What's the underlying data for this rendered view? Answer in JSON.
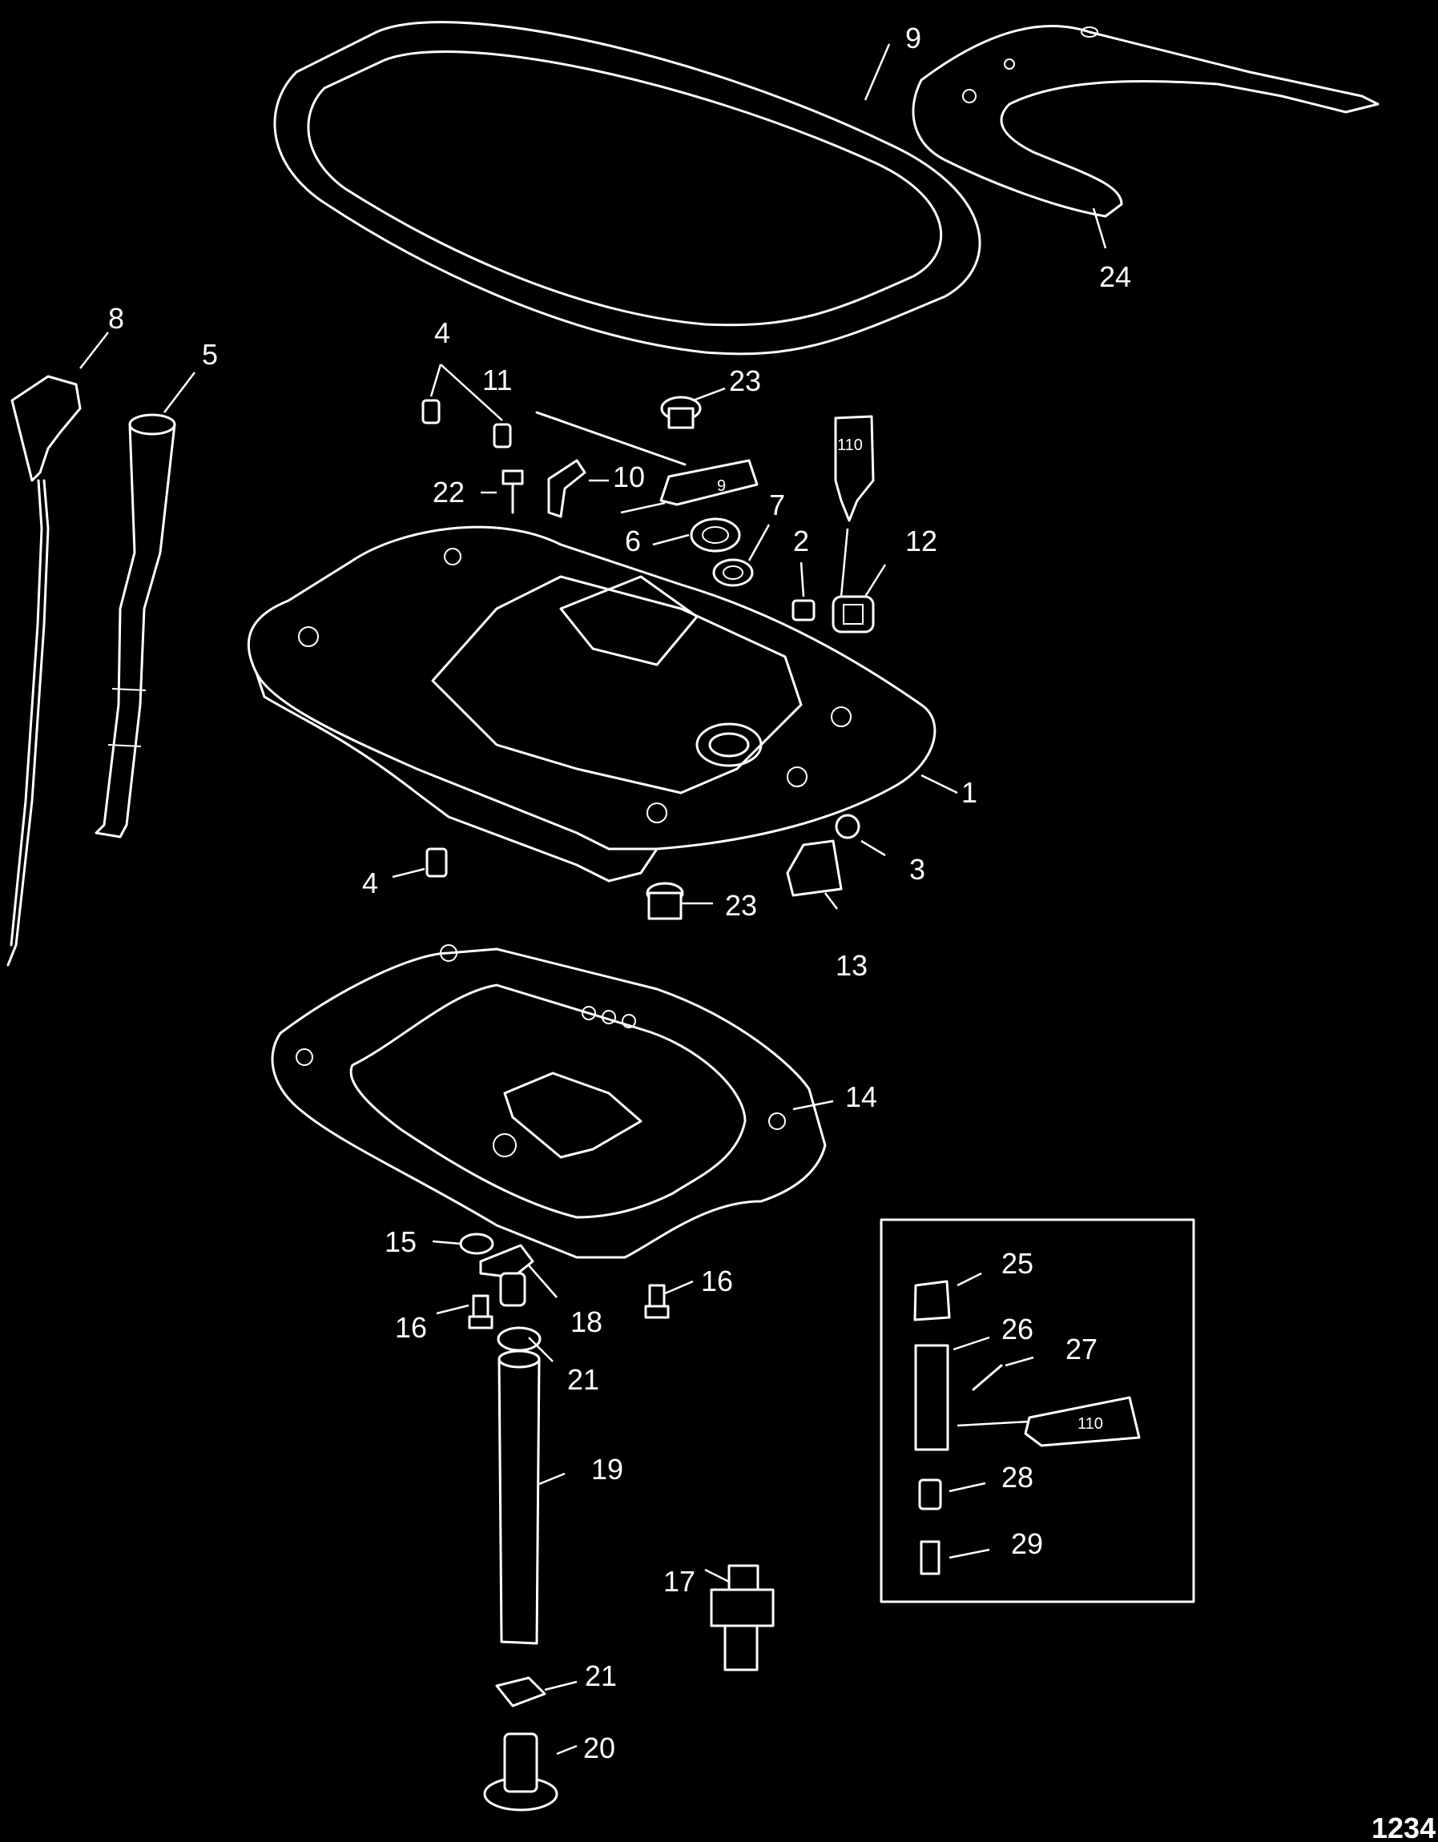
{
  "figure_id": "1234",
  "callouts": {
    "c1": "1",
    "c2": "2",
    "c3": "3",
    "c4a": "4",
    "c4b": "4",
    "c5": "5",
    "c6": "6",
    "c7": "7",
    "c8": "8",
    "c9": "9",
    "c10": "10",
    "c11": "11",
    "c12": "12",
    "c13": "13",
    "c14": "14",
    "c15": "15",
    "c16a": "16",
    "c16b": "16",
    "c17": "17",
    "c18": "18",
    "c19": "19",
    "c20": "20",
    "c21a": "21",
    "c21b": "21",
    "c22": "22",
    "c23a": "23",
    "c23b": "23",
    "c24": "24",
    "c25": "25",
    "c26": "26",
    "c27": "27",
    "c28": "28",
    "c29": "29"
  },
  "tube_labels": {
    "t9": "9",
    "t110a": "110",
    "t110b": "110"
  }
}
